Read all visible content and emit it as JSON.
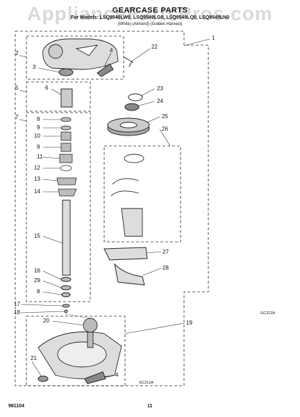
{
  "header": {
    "watermark": "AppliancePartsPros.com",
    "title": "GEARCASE PARTS",
    "models_line": "For Models: LSQ9549LW0, LSQ9549LG0, LSQ9549LQ0, LSQ9549LN0",
    "colors_line": "(White)      (Almond)      (Golden Harvest)"
  },
  "diagram_codes": {
    "upper": "GC212A",
    "lower": "GC212A"
  },
  "footer": {
    "left": "981104",
    "page": "11"
  },
  "callouts": [
    "1",
    "2",
    "3",
    "4",
    "22",
    "5",
    "6",
    "23",
    "24",
    "7",
    "25",
    "26",
    "8",
    "9",
    "10",
    "9",
    "11",
    "12",
    "13",
    "14",
    "15",
    "27",
    "16",
    "28",
    "29",
    "8",
    "17",
    "18",
    "20",
    "19",
    "21",
    "4"
  ]
}
